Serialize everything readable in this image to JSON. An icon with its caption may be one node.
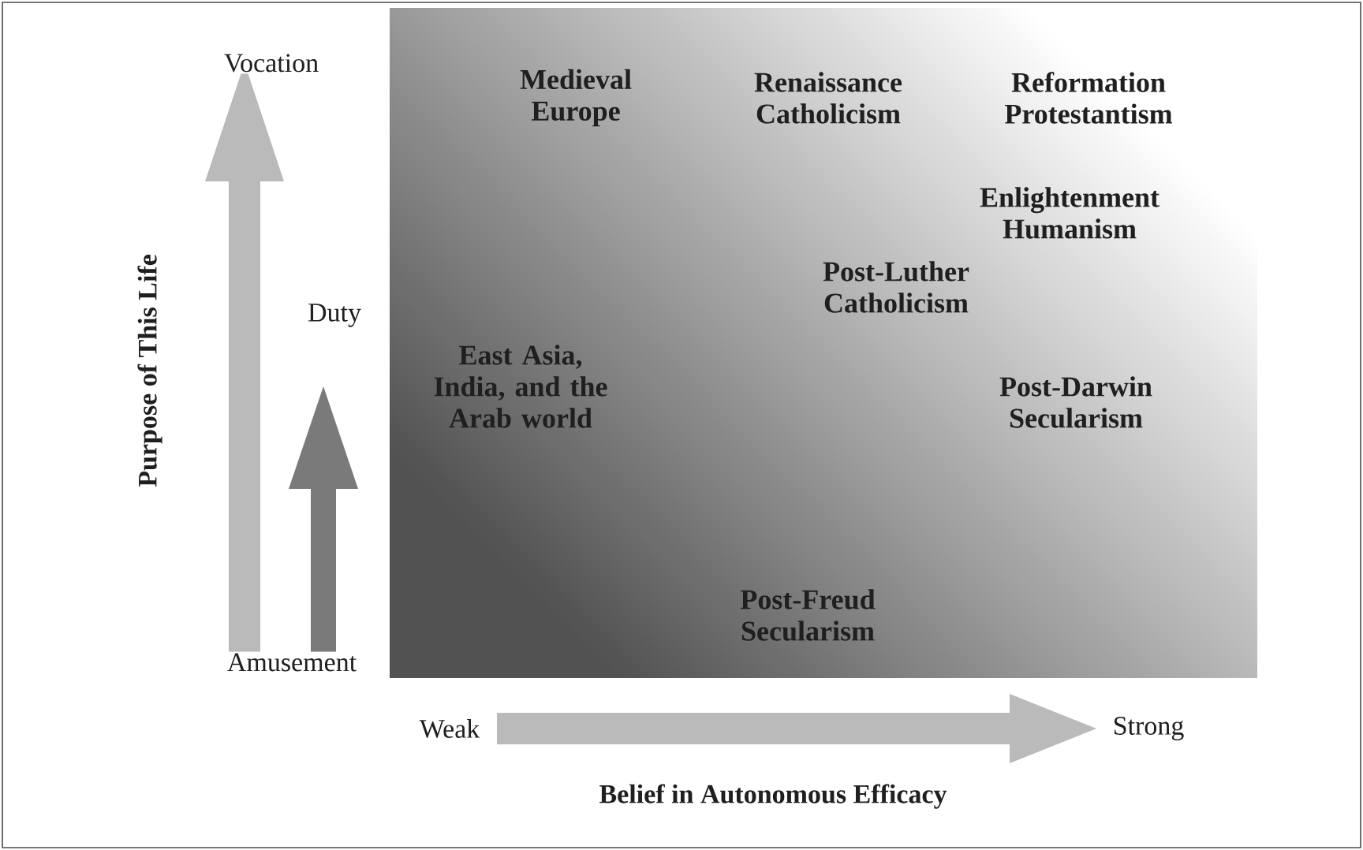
{
  "diagram": {
    "labels": [
      "Vocation",
      "Medieval Europe",
      "Renaissance Catholicism",
      "Reformation Protestantism",
      "Enlightenment Humanism",
      "Duty",
      "Post-Luther Catholicism",
      "Purpose of This Life",
      "East Asia, India, and the Arab world",
      "Post-Darwin Secularism",
      "Post-Freud Secularism",
      "Amusement",
      "Weak",
      "Strong",
      "Belief in Autonomous Efficacy"
    ]
  }
}
